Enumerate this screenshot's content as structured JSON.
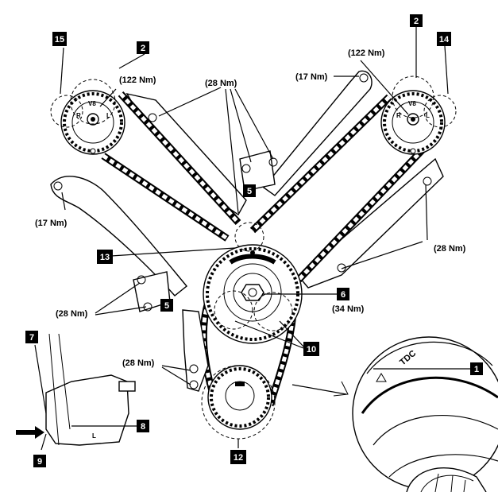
{
  "callouts": {
    "c1": "1",
    "c2a": "2",
    "c2b": "2",
    "c5a": "5",
    "c5b": "5",
    "c6": "6",
    "c7": "7",
    "c8": "8",
    "c9": "9",
    "c10": "10",
    "c12": "12",
    "c13": "13",
    "c14": "14",
    "c15": "15"
  },
  "torques": {
    "cam_left": "(122 Nm)",
    "cam_right": "(122 Nm)",
    "guide_top_left": "(28 Nm)",
    "pivot_top_right": "(17 Nm)",
    "pivot_left": "(17 Nm)",
    "guide_right": "(28 Nm)",
    "idler_bolt": "(34 Nm)",
    "tensioner_left": "(28 Nm)",
    "crank_guide": "(28 Nm)"
  },
  "sprocket_marks": {
    "left": {
      "v8": "V8",
      "r": "R",
      "l": "L"
    },
    "right": {
      "v8": "V8",
      "r": "R",
      "l": "L"
    }
  },
  "detail": {
    "tdc": "TDC"
  },
  "tensioner_tool": {
    "l": "L"
  }
}
